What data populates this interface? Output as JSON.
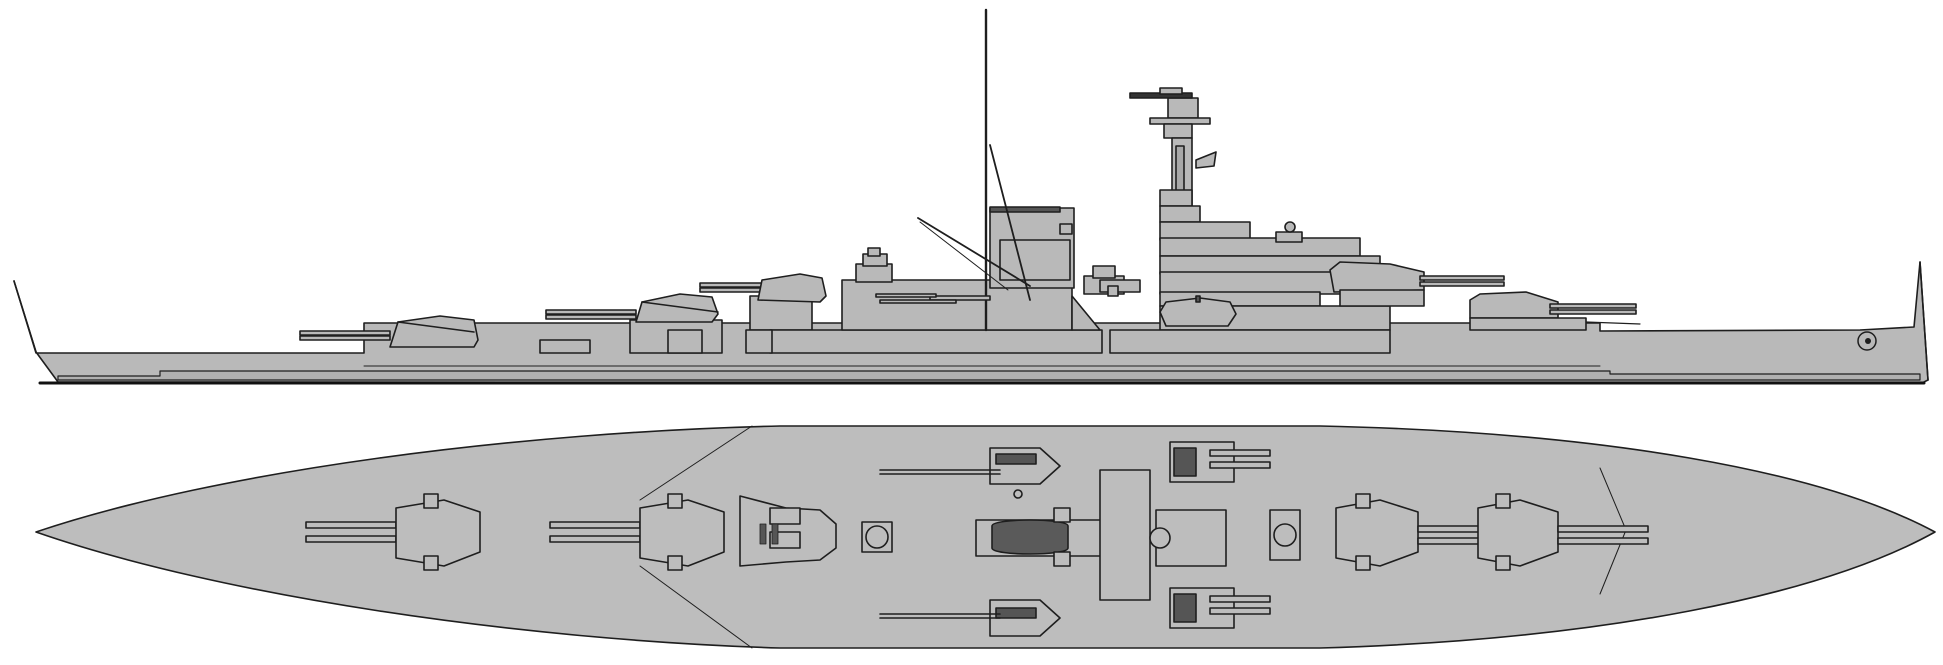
{
  "diagram": {
    "subject": "warship-plan-drawing",
    "views": [
      {
        "id": "side-elevation",
        "role": "profile"
      },
      {
        "id": "top-plan",
        "role": "deck-plan"
      }
    ],
    "colors": {
      "hull_fill": "#b9b9b9",
      "deck_fill": "#bdbdbd",
      "line": "#1e1e1e",
      "dark_detail": "#555555",
      "waterline": "#111111",
      "background": "#ffffff"
    },
    "components": {
      "main_turrets": 6,
      "barrels_per_main_turret": 2,
      "secondary_mounts_plan": 4
    }
  }
}
